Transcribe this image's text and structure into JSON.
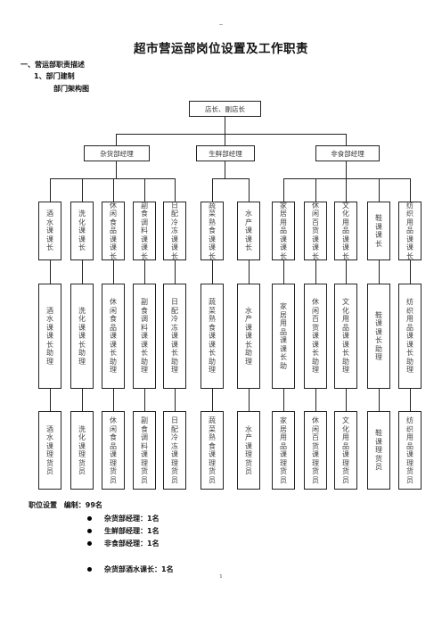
{
  "top_mark": "--",
  "title": "超市营运部岗位设置及工作职责",
  "section1": "一、营运部职责描述",
  "section1_1": "1、部门建制",
  "section1_1_1": "部门架构图",
  "org": {
    "top": "店长、副店长",
    "managers": [
      "杂货部经理",
      "生鲜部经理",
      "非食部经理"
    ],
    "row1": [
      "酒水课课长",
      "洗化课课长",
      "休闲食品课课长",
      "副食调料课课长",
      "日配冷冻课课长",
      "蔬菜熟食课课长",
      "水产课课长",
      "家居用品课课长",
      "休闲百货课课长",
      "文化用品课课长",
      "鞋课课长",
      "纺织用品课课长"
    ],
    "row2": [
      "酒水课课长助理",
      "洗化课课长助理",
      "休闲食品课课长助理",
      "副食调料课课长助理",
      "日配冷冻课课长助理",
      "蔬菜熟食课课长助理",
      "水产课课长助理",
      "家居用品课课长助",
      "休闲百货课课长助理",
      "文化用品课课长助理",
      "鞋课课长助理",
      "纺织用品课课长助理"
    ],
    "row3": [
      "酒水课理货员",
      "洗化课理货员",
      "休闲食品课理货员",
      "副食调料课理货员",
      "日配冷冻课理货员",
      "蔬菜熟食课理货员",
      "水产课理货员",
      "家居用品课理货员",
      "休闲百货课理货员",
      "文化用品课理货员",
      "鞋课理货员",
      "纺织用品课理货员"
    ]
  },
  "staffing": {
    "label": "职位设置",
    "total": "编制：99名",
    "items": [
      "杂货部经理：1名",
      "生鲜部经理：1名",
      "非食部经理：1名",
      "杂货部酒水课长：1名"
    ]
  },
  "page_number": "1"
}
